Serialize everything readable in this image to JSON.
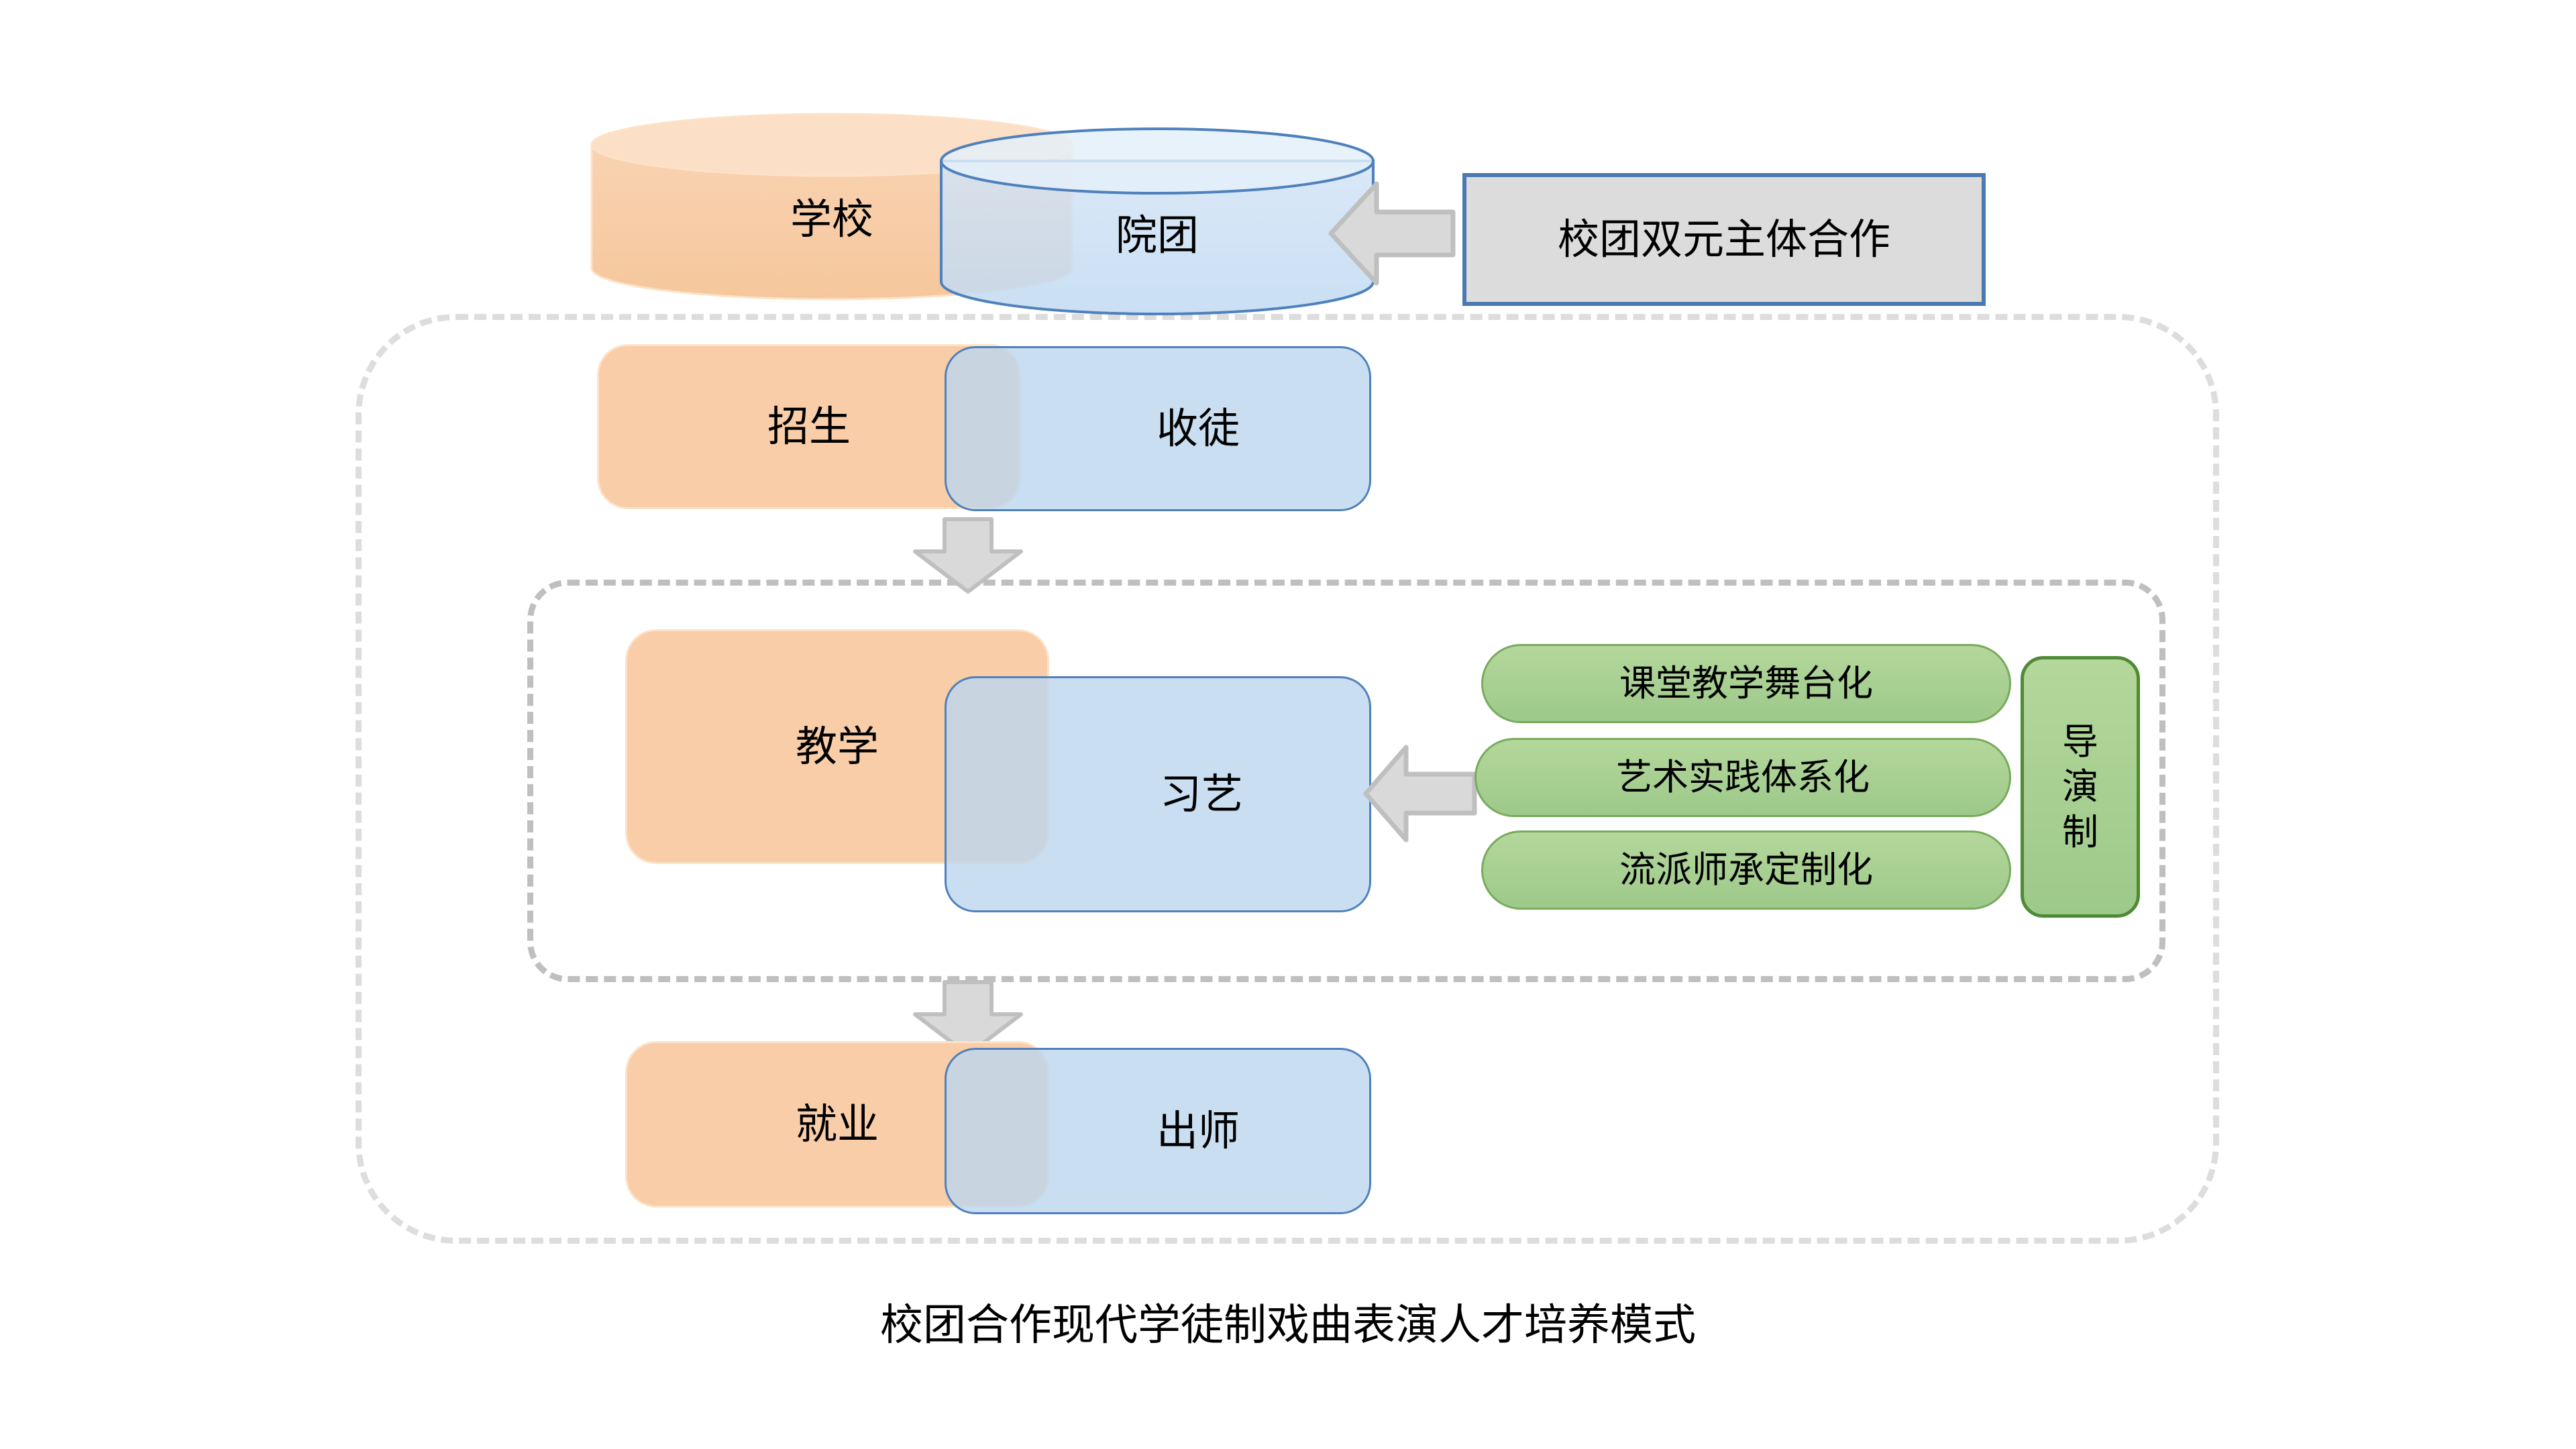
{
  "diagram": {
    "caption": "校团合作现代学徒制戏曲表演人才培养模式",
    "note": {
      "label": "校团双元主体合作",
      "fill": "#dcdcdc",
      "border": "#4a7ab0"
    },
    "colors": {
      "school_orange": "#f8cda8",
      "troupe_blue": "#bdd7ee",
      "overlap_gray_blue": "#c0cedc",
      "green_pill": "#a3cc8c",
      "green_border": "#77ab5c",
      "director_border": "#4f8a36",
      "arrow_fill": "#d9d9d9",
      "arrow_border": "#bfbfbf",
      "frame_outer_dash": "#dddddd",
      "frame_inner_dash": "#bfbfbf",
      "blue_outline": "#4f81bd"
    },
    "rows": [
      {
        "id": "row-entities",
        "shape": "cylinder",
        "school": "学校",
        "troupe": "院团"
      },
      {
        "id": "row-recruit",
        "shape": "rounded-rect",
        "school": "招生",
        "troupe": "收徒"
      },
      {
        "id": "row-learning",
        "shape": "rounded-rect",
        "school": "教学",
        "troupe": "习艺"
      },
      {
        "id": "row-graduate",
        "shape": "rounded-rect",
        "school": "就业",
        "troupe": "出师"
      }
    ],
    "pills": [
      {
        "label": "课堂教学舞台化"
      },
      {
        "label": "艺术实践体系化"
      },
      {
        "label": "流派师承定制化"
      }
    ],
    "director": {
      "label": "导演制",
      "chars": [
        "导",
        "演",
        "制"
      ]
    },
    "arrows": {
      "down": [
        "arrow-down-recruit-to-learning",
        "arrow-down-learning-to-graduate"
      ],
      "left": [
        "arrow-left-note-to-troupe",
        "arrow-left-pills-to-learning"
      ]
    }
  }
}
